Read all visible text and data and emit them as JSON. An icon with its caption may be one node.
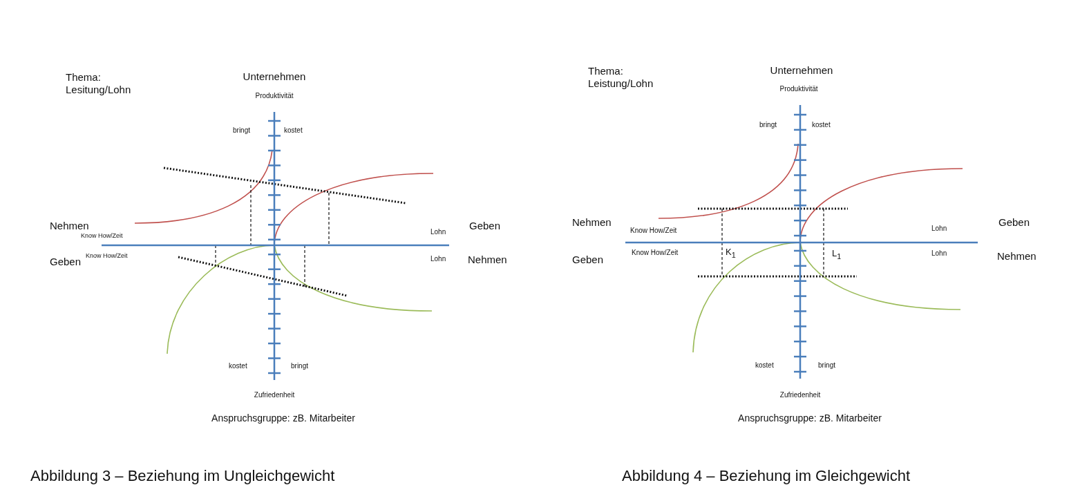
{
  "diagram": {
    "labels": [
      "Thema: Lesitung/Lohn",
      "Unternehmen",
      "Produktivität",
      "bringt",
      "kostet",
      "Nehmen",
      "Know How/Zeit",
      "Lohn",
      "Geben",
      "Geben",
      "Know How/Zeit",
      "Lohn",
      "Nehmen",
      "kostet",
      "bringt",
      "Zufriedenheit",
      "Anspruchsgruppe: zB. Mitarbeiter",
      "Thema: Leistung/Lohn",
      "Unternehmen",
      "Produktivität",
      "bringt",
      "kostet",
      "Nehmen",
      "Know How/Zeit",
      "Lohn",
      "Geben",
      "Geben",
      "Know How/Zeit",
      "K$_{1}$",
      "L$_{1}$",
      "Lohn",
      "Nehmen",
      "kostet",
      "bringt",
      "Zufriedenheit",
      "Anspruchsgruppe: zB. Mitarbeiter",
      "Abbildung 3 – Beziehung im Ungleichgewicht",
      "Abbildung 4 – Beziehung im Gleichgewicht"
    ]
  }
}
